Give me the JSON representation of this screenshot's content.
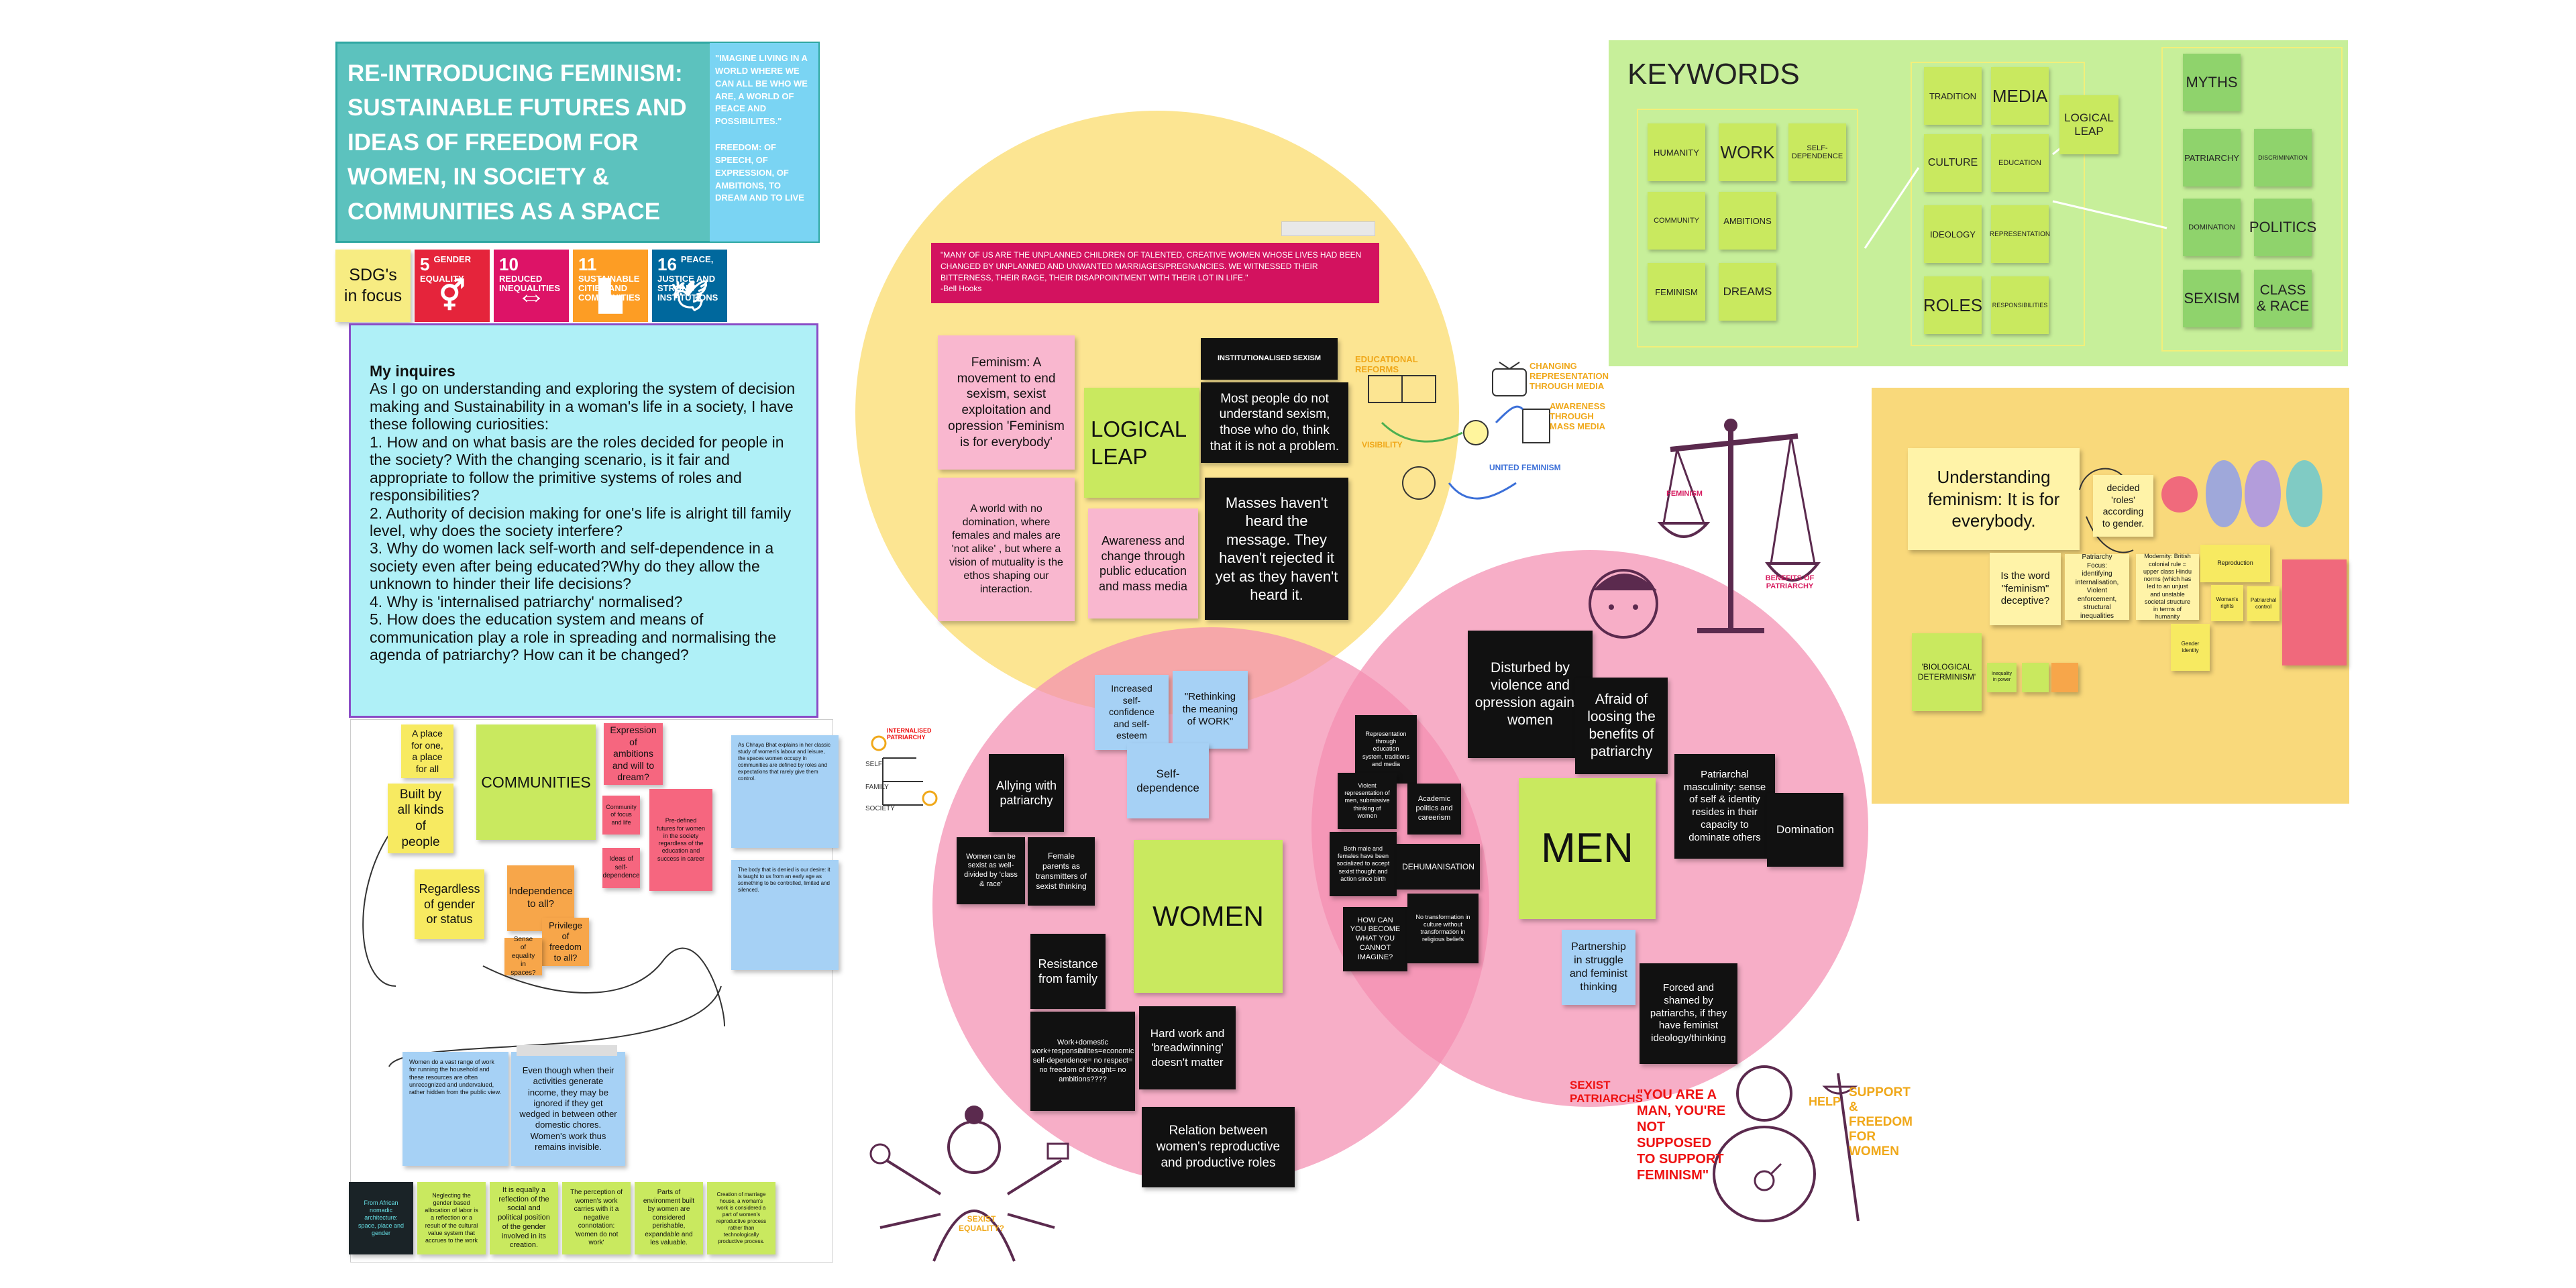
{
  "title": {
    "heading": "RE-INTRODUCING FEMINISM: SUSTAINABLE FUTURES AND IDEAS OF FREEDOM FOR WOMEN, IN SOCIETY & COMMUNITIES AS A SPACE",
    "quote": "\"IMAGINE LIVING IN A WORLD WHERE WE CAN ALL BE WHO WE ARE, A WORLD OF PEACE AND POSSIBILITES.\"",
    "freedom": "FREEDOM: OF SPEECH, OF EXPRESSION, OF AMBITIONS, TO DREAM AND TO LIVE"
  },
  "sdg": {
    "label": "SDG's in focus",
    "goals": [
      {
        "num": "5",
        "name": "GENDER EQUALITY",
        "color": "#e5243b",
        "icon": "gender-icon"
      },
      {
        "num": "10",
        "name": "REDUCED INEQUALITIES",
        "color": "#dd1367",
        "icon": "equality-icon"
      },
      {
        "num": "11",
        "name": "SUSTAINABLE CITIES AND COMMUNITIES",
        "color": "#fd9d24",
        "icon": "city-icon"
      },
      {
        "num": "16",
        "name": "PEACE, JUSTICE AND STRONG INSTITUTIONS",
        "color": "#00689d",
        "icon": "dove-icon"
      }
    ]
  },
  "inquiries": {
    "heading": "My inquires",
    "intro": "As I go on understanding and exploring the system of decision making and Sustainability in a woman's life in a society, I have these following curiosities:",
    "items": [
      "1. How and on what basis are the roles decided for people in the society? With the changing scenario, is it fair and appropriate to follow the primitive systems of roles and responsibilities?",
      "2. Authority of decision making for one's life is alright till family level, why does the society interfere?",
      "3. Why do women lack self-worth and self-dependence in a society even after being educated?Why do they allow the unknown to hinder their life decisions?",
      "4. Why is 'internalised patriarchy' normalised?",
      "5. How does the education system and means of communication play a role in spreading and normalising the agenda of patriarchy? How can it be changed?"
    ]
  },
  "communities": {
    "title": "COMMUNITIES",
    "notes": [
      "A place for one, a place for all",
      "Built by all kinds of people",
      "Regardless of gender or status",
      "Independence to all?",
      "Privilege of freedom to all?",
      "Sense of equality in spaces?",
      "Expression of ambitions and will to dream?",
      "Community of focus and life",
      "Ideas of self-dependence",
      "Pre-defined futures for women in the society regardless of the education and success in career"
    ],
    "quote1": "As Chhaya Bhat explains in her classic study of women's labour and leisure, the spaces women occupy in communities are defined by roles and expectations that rarely give them control.",
    "quote2": "The body that is denied is our desire: it is taught to us from an early age as something to be controlled, limited and silenced.",
    "women_work": "Women do a vast range of work for running the household and these resources are often unrecognized and undervalued, rather hidden from the public view.",
    "invisible": "Even though when their activities generate income, they may be ignored if they get wedged in between other domestic chores. Women's work thus remains invisible."
  },
  "bottom_strip": [
    "From African nomadic architecture: space, place and gender",
    "Neglecting the gender based allocation of labor is a reflection or a result of the cultural value system that accrues to the work",
    "It is equally a reflection of the social and political position of the gender involved in its creation.",
    "The perception of women's work carries with it a negative connotation: 'women do not work'",
    "Parts of environment built by women are considered perishable, expandable and les valuable.",
    "Creation of marriage house, a woman's work is considered a part of women's reproductive process rather than technologically productive process."
  ],
  "venn": {
    "hooks_quote": "\"MANY OF US ARE THE UNPLANNED CHILDREN OF TALENTED, CREATIVE WOMEN WHOSE LIVES HAD BEEN CHANGED BY UNPLANNED AND UNWANTED MARRIAGES/PREGNANCIES. WE WITNESSED THEIR BITTERNESS, THEIR RAGE, THEIR DISAPPOINTMENT WITH THEIR LOT IN LIFE.\"",
    "hooks_author": "-Bell Hooks",
    "feminism_def": "Feminism: A movement to end sexism, sexist exploitation and opression 'Feminism is for everybody'",
    "world_no_domination": "A world with no domination, where females and males are 'not alike' , but where a vision of mutuality is the ethos shaping our interaction.",
    "logical_leap": "LOGICAL LEAP",
    "awareness": "Awareness and change through public education and mass media",
    "inst_sexism": "INSTITUTIONALISED SEXISM",
    "most_people": "Most people do not understand sexism, those who do, think that it is not a problem.",
    "masses": "Masses haven't heard the message. They haven't rejected it yet as they haven't heard it.",
    "doodle_labels": [
      "EDUCATIONAL REFORMS",
      "CHANGING REPRESENTATION THROUGH MEDIA",
      "AWARENESS THROUGH MASS MEDIA",
      "VISIBILITY",
      "UNITED FEMINISM"
    ],
    "women": "WOMEN",
    "men": "MEN",
    "self_confidence": "Increased self-confidence and self-esteem",
    "rethinking": "\"Rethinking the meaning of WORK\"",
    "self_dependence": "Self-dependence",
    "allying": "Allying with patriarchy",
    "divided": "Women can be sexist as well-divided by 'class & race'",
    "female_parents": "Female parents as transmitters of sexist thinking",
    "resistance": "Resistance from family",
    "work_eq": "Work+domestic work+responsibilites=economic self-dependence= no respect= no freedom of thought= no ambitions????",
    "hard_work": "Hard work and 'breadwinning' doesn't matter",
    "relation": "Relation between women's reproductive and productive roles",
    "representation": "Representation through education system, traditions and media",
    "violent": "Violent representation of men, submissive thinking of women",
    "both": "Both male and females have been socialized to accept sexist thought and action since birth",
    "academic": "Academic politics and careerism",
    "dehumanisation": "DEHUMANISATION",
    "how_can": "HOW CAN YOU BECOME WHAT YOU CANNOT IMAGINE?",
    "no_transform": "No transformation in culture without transformation in religious beliefs",
    "disturbed": "Disturbed by violence and opression against women",
    "afraid": "Afraid of loosing the benefits of patriarchy",
    "masculinity": "Patriarchal masculinity: sense of self & identity resides in their capacity to dominate others",
    "domination": "Domination",
    "partnership": "Partnership in struggle and feminist thinking",
    "forced": "Forced and shamed by patriarchs, if they have feminist ideology/thinking",
    "scale_labels": [
      "FEMINISM",
      "BENEFITS OF PATRIARCHY"
    ],
    "sexist_patriarchs": "SEXIST PATRIARCHS",
    "you_are": "\"YOU ARE A MAN, YOU'RE NOT SUPPOSED TO SUPPORT FEMINISM\"",
    "help": "HELP",
    "support": "SUPPORT & FREEDOM FOR WOMEN",
    "sexist_equality": "SEXIST EQUALITY?",
    "internalised": "INTERNALISED PATRIARCHY",
    "lines": [
      "SELF",
      "FAMILY",
      "SOCIETY"
    ]
  },
  "keywords": {
    "title": "KEYWORDS",
    "group1": [
      "HUMANITY",
      "WORK",
      "SELF-DEPENDENCE",
      "COMMUNITY",
      "AMBITIONS",
      "FEMINISM",
      "DREAMS"
    ],
    "group2": [
      "TRADITION",
      "MEDIA",
      "CULTURE",
      "EDUCATION",
      "IDEOLOGY",
      "REPRESENTATION",
      "ROLES",
      "RESPONSIBILITIES"
    ],
    "logical_leap": "LOGICAL LEAP",
    "group3": [
      "MYTHS",
      "PATRIARCHY",
      "DISCRIMINATION",
      "DOMINATION",
      "POLITICS",
      "SEXISM",
      "CLASS & RACE"
    ]
  },
  "understanding": {
    "title": "Understanding feminism: It is for everybody.",
    "decided_roles": "decided 'roles' according to gender.",
    "word_feminism": "Is the word \"feminism\" deceptive?",
    "patriarchy_focus": "Patriarchy Focus: identifying internalisation, Violent enforcement, structural inequalities",
    "modernity": "Modernity: British colonial rule = upper class Hindu norms (which has led to an unjust and unstable societal structure in terms of humanity",
    "bio_determinism": "'BIOLOGICAL DETERMINISM'",
    "small_notes": [
      "Reproduction",
      "Woman's rights",
      "Patriarchal control",
      "Gender identity",
      "Inequality in power"
    ]
  }
}
